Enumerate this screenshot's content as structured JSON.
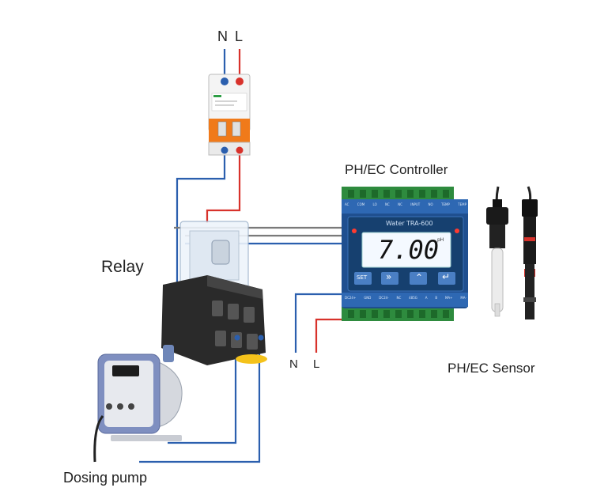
{
  "mains_top": {
    "n": "N",
    "l": "L"
  },
  "mains_right": {
    "n": "N",
    "l": "L"
  },
  "labels": {
    "controller": "PH/EC Controller",
    "relay": "Relay",
    "sensor": "PH/EC Sensor",
    "pump": "Dosing pump"
  },
  "controller": {
    "brand": "Water",
    "model": "TRA-600",
    "display_value": "7.00",
    "display_unit": "pH",
    "buttons": [
      "SET",
      "»",
      "⌃",
      "↵"
    ],
    "top_terminals": [
      "AC",
      "COM",
      "LO",
      "NC",
      "NC",
      "INPUT",
      "NO",
      "TEMP",
      "TEMP"
    ],
    "bottom_terminals": [
      "DC24+",
      "GND",
      "DC24-",
      "NC",
      "485G",
      "A",
      "B",
      "MA+",
      "MA-"
    ]
  },
  "colors": {
    "live_wire": "#d8322b",
    "neutral_wire": "#2b5fae",
    "controller_body": "#1f4f8f",
    "relay_body": "#2a2a2a",
    "breaker_orange": "#f07a1a"
  }
}
